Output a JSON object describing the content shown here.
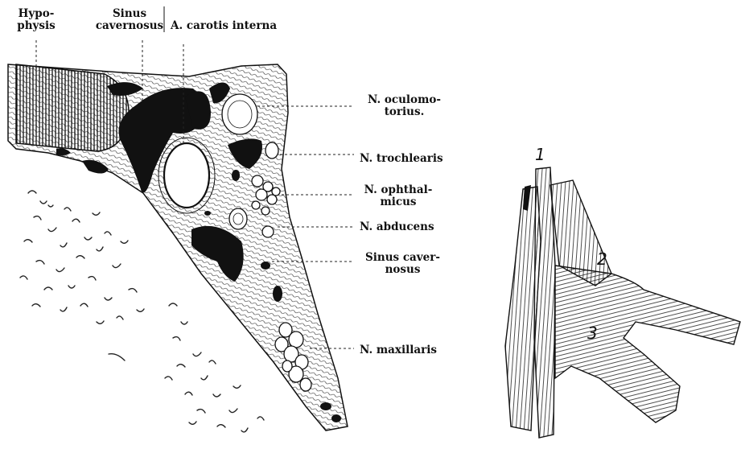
{
  "labels": {
    "hypophysis_1": "Hypo-",
    "hypophysis_2": "physis",
    "sinus_top_1": "Sinus",
    "sinus_top_2": "cavernosus",
    "carotis": "A. carotis interna",
    "oculomotorius_1": "N. oculomo-",
    "oculomotorius_2": "torius.",
    "trochlearis": "N. trochlearis",
    "ophthalmicus_1": "N. ophthal-",
    "ophthalmicus_2": "micus",
    "abducens": "N. abducens",
    "sinus_right_1": "Sinus caver-",
    "sinus_right_2": "nosus",
    "maxillaris": "N. maxillaris"
  },
  "figure_numbers": {
    "n1": "1",
    "n2": "2",
    "n3": "3"
  },
  "colors": {
    "ink": "#111111",
    "paper": "#ffffff"
  }
}
